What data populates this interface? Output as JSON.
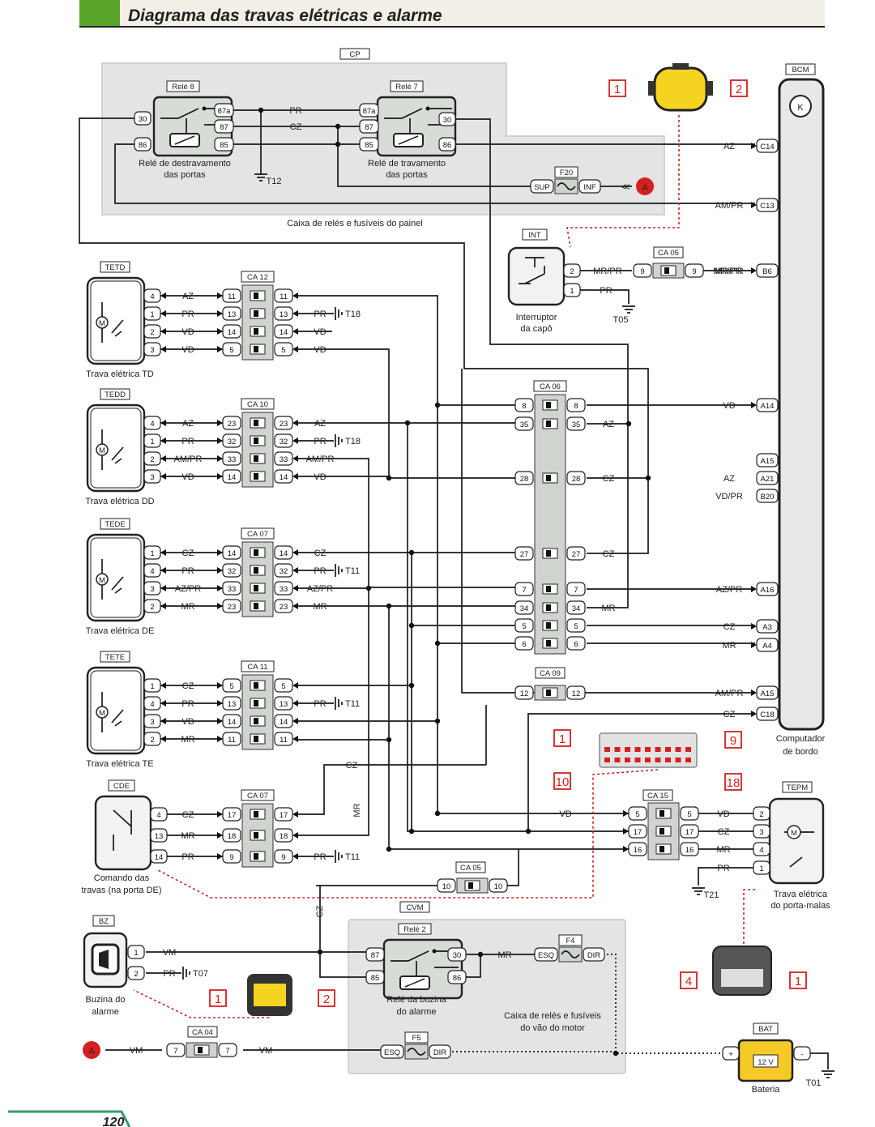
{
  "header": {
    "title": "Diagrama das travas elétricas e alarme",
    "accent": "#5aa42a"
  },
  "footer": {
    "page": "120"
  },
  "panels": {
    "cp": {
      "tag": "CP",
      "caption": "Caixa de relés e fusíveis do painel"
    },
    "cvm": {
      "tag": "CVM",
      "caption_1": "Caixa de relés e fusíveis",
      "caption_2": "do vão do motor"
    }
  },
  "relays": {
    "r8": {
      "tag": "Relé 8",
      "caption_1": "Relé de destravamento",
      "caption_2": "das portas",
      "pins": [
        "30",
        "86",
        "87a",
        "87",
        "85"
      ]
    },
    "r7": {
      "tag": "Relé 7",
      "caption_1": "Relé de travamento",
      "caption_2": "das portas",
      "pins": [
        "87a",
        "87",
        "85",
        "30",
        "86"
      ]
    },
    "r2": {
      "tag": "Relé 2",
      "caption_1": "Relé da buzina",
      "caption_2": "do alarme",
      "pins": [
        "87",
        "85",
        "30",
        "86"
      ]
    }
  },
  "fuses": {
    "f20": {
      "tag": "F20",
      "left": "SUP",
      "right": "INF"
    },
    "f4": {
      "tag": "F4",
      "left": "ESQ",
      "right": "DIR"
    },
    "f5": {
      "tag": "F5",
      "left": "ESQ",
      "right": "DIR"
    }
  },
  "grounds": {
    "t12": "T12",
    "t05": "T05",
    "t18a": "T18",
    "t18b": "T18",
    "t11a": "T11",
    "t11b": "T11",
    "t11c": "T11",
    "t21": "T21",
    "t07": "T07",
    "t01": "T01"
  },
  "bcm": {
    "tag": "BCM",
    "caption_1": "Computador",
    "caption_2": "de bordo",
    "pins": [
      {
        "wire": "AZ",
        "pin": "C14"
      },
      {
        "wire": "AM/PR",
        "pin": "C13"
      },
      {
        "wire": "MR/PR",
        "pin": "B6"
      },
      {
        "wire": "VD",
        "pin": "A14"
      },
      {
        "wire": "",
        "pin": "A15"
      },
      {
        "wire": "AZ",
        "pin": "A21"
      },
      {
        "wire": "VD/PR",
        "pin": "B20"
      },
      {
        "wire": "AZ/PR",
        "pin": "A16"
      },
      {
        "wire": "CZ",
        "pin": "A3"
      },
      {
        "wire": "MR",
        "pin": "A4"
      },
      {
        "wire": "AM/PR",
        "pin": "A15"
      },
      {
        "wire": "CZ",
        "pin": "C18"
      }
    ]
  },
  "int": {
    "tag": "INT",
    "caption_1": "Interruptor",
    "caption_2": "da capô",
    "pin2": "2",
    "pin1": "1",
    "wire2": "MR/PR",
    "wire1": "PR"
  },
  "ca05a": {
    "tag": "CA 05",
    "l": "9",
    "r": "9",
    "wire_r": "MR/PR"
  },
  "doors": [
    {
      "tag": "TETD",
      "caption": "Trava elétrica TD",
      "ca": "CA 12",
      "rows": [
        {
          "pin": "4",
          "wire": "AZ",
          "cl": "11",
          "cr": "11",
          "wr": ""
        },
        {
          "pin": "1",
          "wire": "PR",
          "cl": "13",
          "cr": "13",
          "wr": "PR"
        },
        {
          "pin": "2",
          "wire": "VD",
          "cl": "14",
          "cr": "14",
          "wr": "VD"
        },
        {
          "pin": "3",
          "wire": "VD",
          "cl": "5",
          "cr": "5",
          "wr": "VD"
        }
      ]
    },
    {
      "tag": "TEDD",
      "caption": "Trava elétrica DD",
      "ca": "CA 10",
      "rows": [
        {
          "pin": "4",
          "wire": "AZ",
          "cl": "23",
          "cr": "23",
          "wr": "AZ"
        },
        {
          "pin": "1",
          "wire": "PR",
          "cl": "32",
          "cr": "32",
          "wr": "PR"
        },
        {
          "pin": "2",
          "wire": "AM/PR",
          "cl": "33",
          "cr": "33",
          "wr": "AM/PR"
        },
        {
          "pin": "3",
          "wire": "VD",
          "cl": "14",
          "cr": "14",
          "wr": "VD"
        }
      ]
    },
    {
      "tag": "TEDE",
      "caption": "Trava elétrica DE",
      "ca": "CA 07",
      "rows": [
        {
          "pin": "1",
          "wire": "CZ",
          "cl": "14",
          "cr": "14",
          "wr": "CZ"
        },
        {
          "pin": "4",
          "wire": "PR",
          "cl": "32",
          "cr": "32",
          "wr": "PR"
        },
        {
          "pin": "3",
          "wire": "AZ/PR",
          "cl": "33",
          "cr": "33",
          "wr": "AZ/PR"
        },
        {
          "pin": "2",
          "wire": "MR",
          "cl": "23",
          "cr": "23",
          "wr": "MR"
        }
      ]
    },
    {
      "tag": "TETE",
      "caption": "Trava elétrica TE",
      "ca": "CA 11",
      "rows": [
        {
          "pin": "1",
          "wire": "CZ",
          "cl": "5",
          "cr": "5",
          "wr": ""
        },
        {
          "pin": "4",
          "wire": "PR",
          "cl": "13",
          "cr": "13",
          "wr": "PR"
        },
        {
          "pin": "3",
          "wire": "VD",
          "cl": "14",
          "cr": "14",
          "wr": ""
        },
        {
          "pin": "2",
          "wire": "MR",
          "cl": "11",
          "cr": "11",
          "wr": ""
        }
      ]
    }
  ],
  "ca06": {
    "tag": "CA 06",
    "rows": [
      {
        "l": "8",
        "r": "8",
        "w": ""
      },
      {
        "l": "35",
        "r": "35",
        "w": "AZ"
      },
      {
        "l": "28",
        "r": "28",
        "w": "CZ"
      },
      {
        "l": "27",
        "r": "27",
        "w": "CZ"
      },
      {
        "l": "7",
        "r": "7",
        "w": ""
      },
      {
        "l": "34",
        "r": "34",
        "w": "MR"
      },
      {
        "l": "5",
        "r": "5",
        "w": ""
      },
      {
        "l": "6",
        "r": "6",
        "w": ""
      }
    ]
  },
  "ca09": {
    "tag": "CA 09",
    "l": "12",
    "r": "12"
  },
  "cde": {
    "tag": "CDE",
    "caption_1": "Comando das",
    "caption_2": "travas (na porta DE)",
    "ca": "CA 07",
    "rows": [
      {
        "pin": "4",
        "wire": "CZ",
        "cl": "17",
        "cr": "17",
        "wr": ""
      },
      {
        "pin": "13",
        "wire": "MR",
        "cl": "18",
        "cr": "18",
        "wr": ""
      },
      {
        "pin": "14",
        "wire": "PR",
        "cl": "9",
        "cr": "9",
        "wr": "PR"
      }
    ],
    "wire_cz": "CZ",
    "wire_mr": "MR"
  },
  "ca05b": {
    "tag": "CA 05",
    "l": "10",
    "r": "10"
  },
  "ca15": {
    "tag": "CA 15",
    "in_wire": "VD",
    "rows": [
      {
        "l": "5",
        "r": "5",
        "w": "VD"
      },
      {
        "l": "17",
        "r": "17",
        "w": "CZ"
      },
      {
        "l": "16",
        "r": "16",
        "w": "MR"
      }
    ]
  },
  "tepm": {
    "tag": "TEPM",
    "caption_1": "Trava elétrica",
    "caption_2": "do porta-malas",
    "pins": [
      "2",
      "3",
      "4",
      "1"
    ],
    "wire_pr": "PR"
  },
  "bz": {
    "tag": "BZ",
    "caption_1": "Buzina do",
    "caption_2": "alarme",
    "pin1": "1",
    "pin2": "2",
    "wire1": "VM",
    "wire2": "PR"
  },
  "cvm_wires": {
    "mr": "MR",
    "cz": "CZ"
  },
  "ca04": {
    "tag": "CA 04",
    "l": "7",
    "r": "7",
    "wl": "VM",
    "wr": "VM"
  },
  "bat": {
    "tag": "BAT",
    "label": "12 V",
    "caption": "Bateria"
  },
  "marker": {
    "a": "A"
  },
  "callouts": {
    "top_l": "1",
    "top_r": "2",
    "mid_tl": "1",
    "mid_tr": "9",
    "mid_bl": "10",
    "mid_br": "18",
    "bz_l": "1",
    "bz_r": "2",
    "tepm_l": "4",
    "tepm_r": "1"
  }
}
